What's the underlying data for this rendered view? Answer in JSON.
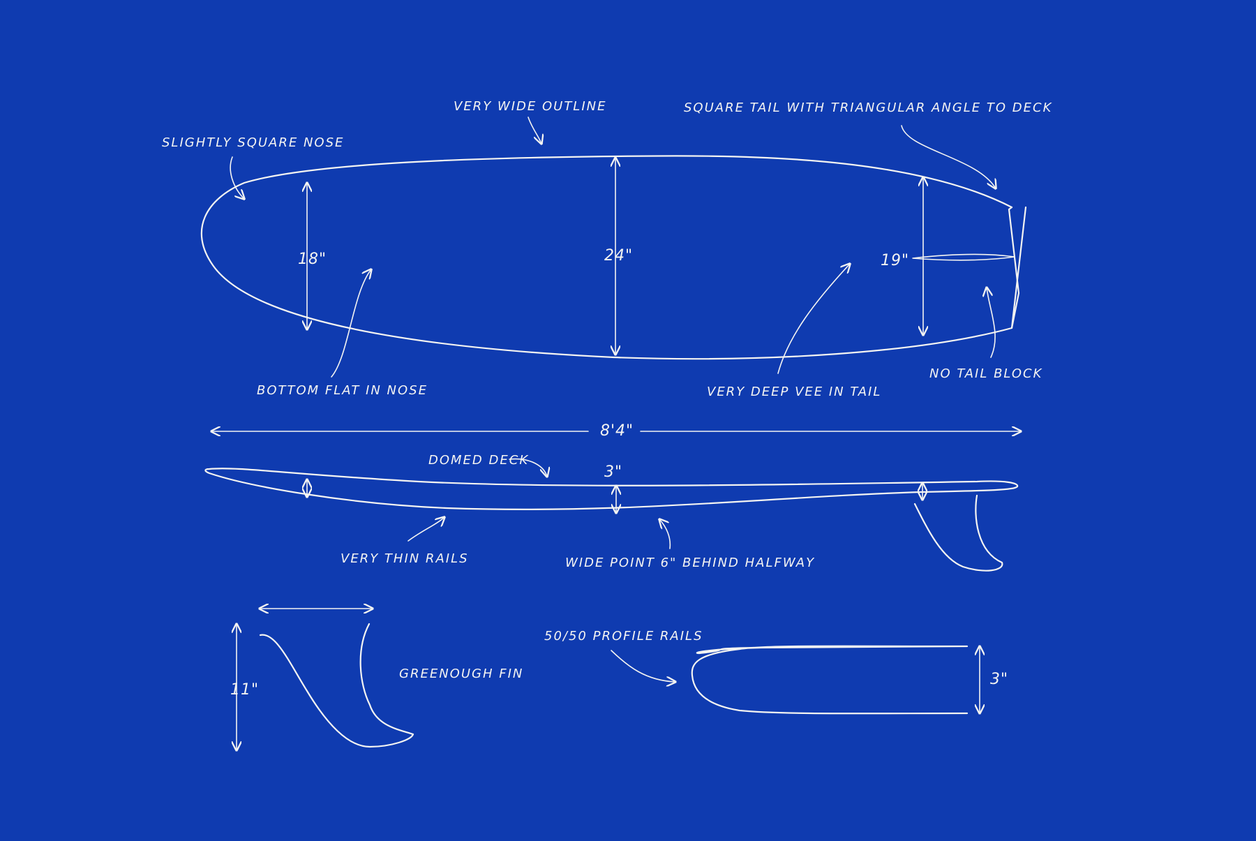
{
  "background_color": "#0f3bb0",
  "line_color": "#f4f4f2",
  "annotations": {
    "very_wide_outline": "VERY WIDE OUTLINE",
    "square_tail": "SQUARE TAIL WITH TRIANGULAR ANGLE TO DECK",
    "slightly_square_nose": "SLIGHTLY SQUARE NOSE",
    "bottom_flat_in_nose": "BOTTOM FLAT IN NOSE",
    "very_deep_vee_in_tail": "VERY DEEP VEE IN TAIL",
    "no_tail_block": "NO TAIL BLOCK",
    "domed_deck": "DOMED DECK",
    "very_thin_rails": "VERY THIN RAILS",
    "wide_point": "WIDE POINT 6\" BEHIND HALFWAY",
    "greenough_fin": "GREENOUGH FIN",
    "profile_rails": "50/50 PROFILE RAILS"
  },
  "dimensions": {
    "nose_width": "18\"",
    "center_width": "24\"",
    "tail_width": "19\"",
    "length": "8'4\"",
    "thickness": "3\"",
    "fin_height": "11\"",
    "rail_thickness": "3\""
  }
}
